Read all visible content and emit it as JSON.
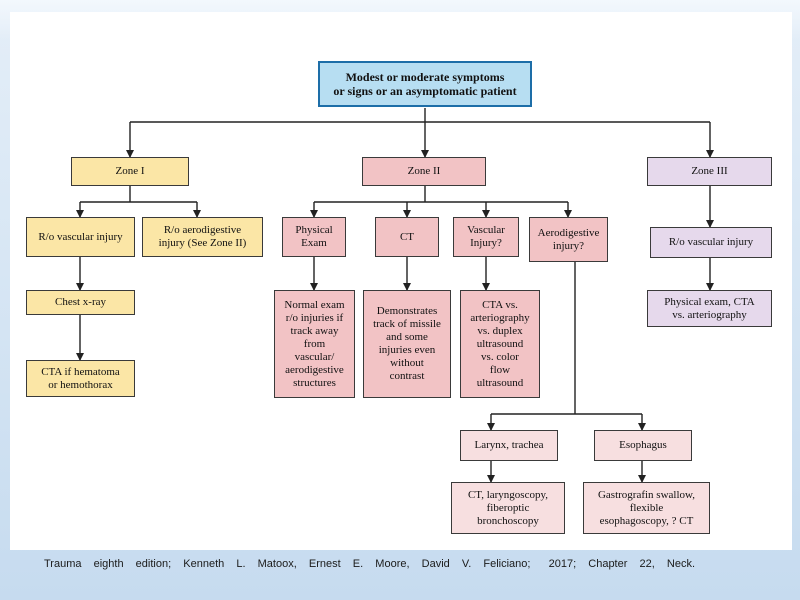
{
  "nodes": {
    "root": "Modest or moderate symptoms\nor signs or an asymptomatic patient",
    "zone1": "Zone I",
    "zone2": "Zone II",
    "zone3": "Zone III",
    "z1_vascular": "R/o vascular injury",
    "z1_aerodigestive": "R/o aerodigestive\ninjury (See Zone II)",
    "z1_chest_xray": "Chest x-ray",
    "z1_cta": "CTA if hematoma\nor hemothorax",
    "z2_physical_exam": "Physical\nExam",
    "z2_ct": "CT",
    "z2_vascular": "Vascular\nInjury?",
    "z2_aerodigestive": "Aerodigestive\ninjury?",
    "z2_normal_exam": "Normal exam\nr/o injuries if\ntrack away\nfrom\nvascular/\naerodigestive\nstructures",
    "z2_ct_result": "Demonstrates\ntrack of missile\nand some\ninjuries even\nwithout\ncontrast",
    "z2_cta_vs": "CTA vs.\narteriography\nvs. duplex\nultrasound\nvs. color\nflow\nultrasound",
    "z2_larynx": "Larynx, trachea",
    "z2_esophagus": "Esophagus",
    "z2_larynx_tests": "CT, laryngoscopy,\nfiberoptic\nbronchoscopy",
    "z2_esophagus_tests": "Gastrografin swallow,\nflexible\nesophagoscopy, ? CT",
    "z3_vascular": "R/o vascular injury",
    "z3_tests": "Physical exam, CTA\nvs. arteriography"
  },
  "citation": "Trauma  eighth  edition;  Kenneth  L.  Matoox,  Ernest  E.  Moore,  David  V.  Feliciano;   2017;  Chapter  22,  Neck.",
  "colors": {
    "root_fill": "#b7def2",
    "root_border": "#1d6ea8",
    "zone1_fill": "#fbe6a6",
    "zone2_fill": "#f2c3c5",
    "zone3_fill": "#e6d9ec",
    "sub_fill": "#f7dfe0",
    "line": "#222222"
  }
}
